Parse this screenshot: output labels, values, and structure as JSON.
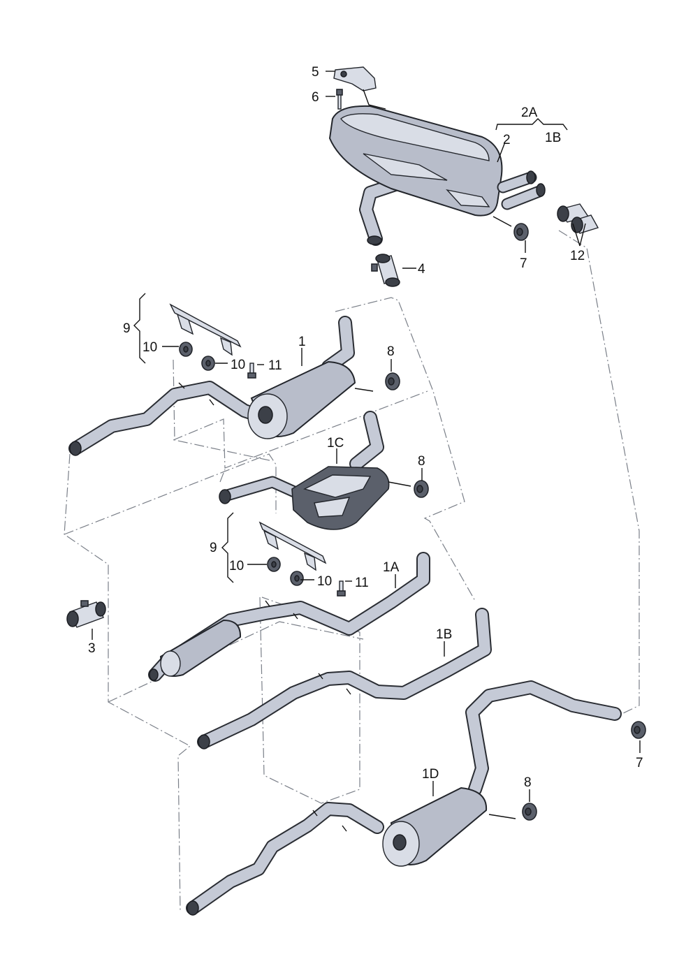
{
  "labels": {
    "p1": "1",
    "p1A": "1A",
    "p1B": "1B",
    "p1C": "1C",
    "p1D": "1D",
    "p2": "2",
    "p2A": "2A",
    "p2_1B": "1B",
    "p3": "3",
    "p4": "4",
    "p5": "5",
    "p6": "6",
    "p7a": "7",
    "p7b": "7",
    "p8a": "8",
    "p8b": "8",
    "p8c": "8",
    "p9a": "9",
    "p9b": "9",
    "p10a": "10",
    "p10b": "10",
    "p10c": "10",
    "p10d": "10",
    "p11a": "11",
    "p11b": "11",
    "p12": "12"
  }
}
